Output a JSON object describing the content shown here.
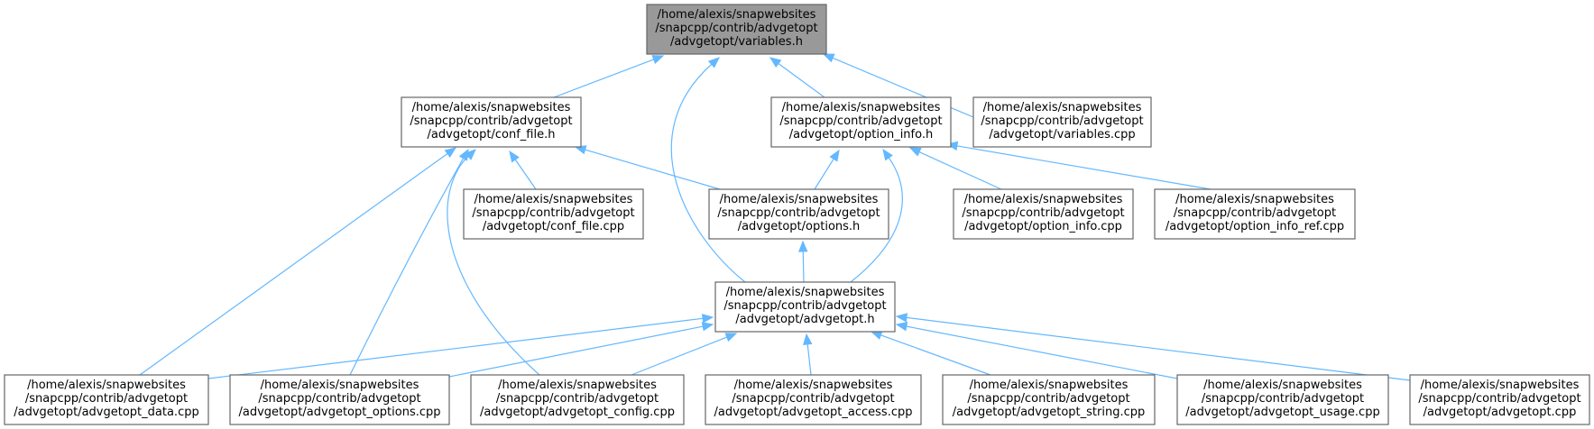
{
  "colors": {
    "focus_fill": "#999999",
    "node_fill": "#ffffff",
    "node_border": "#666666",
    "edge": "#63b8ff"
  },
  "nodes": [
    {
      "id": "variables_h",
      "focus": true,
      "lines": [
        "/home/alexis/snapwebsites",
        "/snapcpp/contrib/advgetopt",
        "/advgetopt/variables.h"
      ]
    },
    {
      "id": "conf_file_h",
      "lines": [
        "/home/alexis/snapwebsites",
        "/snapcpp/contrib/advgetopt",
        "/advgetopt/conf_file.h"
      ]
    },
    {
      "id": "option_info_h",
      "lines": [
        "/home/alexis/snapwebsites",
        "/snapcpp/contrib/advgetopt",
        "/advgetopt/option_info.h"
      ]
    },
    {
      "id": "variables_cpp",
      "lines": [
        "/home/alexis/snapwebsites",
        "/snapcpp/contrib/advgetopt",
        "/advgetopt/variables.cpp"
      ]
    },
    {
      "id": "conf_file_cpp",
      "lines": [
        "/home/alexis/snapwebsites",
        "/snapcpp/contrib/advgetopt",
        "/advgetopt/conf_file.cpp"
      ]
    },
    {
      "id": "options_h",
      "lines": [
        "/home/alexis/snapwebsites",
        "/snapcpp/contrib/advgetopt",
        "/advgetopt/options.h"
      ]
    },
    {
      "id": "option_info_cpp",
      "lines": [
        "/home/alexis/snapwebsites",
        "/snapcpp/contrib/advgetopt",
        "/advgetopt/option_info.cpp"
      ]
    },
    {
      "id": "option_info_ref_cpp",
      "lines": [
        "/home/alexis/snapwebsites",
        "/snapcpp/contrib/advgetopt",
        "/advgetopt/option_info_ref.cpp"
      ]
    },
    {
      "id": "advgetopt_h",
      "lines": [
        "/home/alexis/snapwebsites",
        "/snapcpp/contrib/advgetopt",
        "/advgetopt/advgetopt.h"
      ]
    },
    {
      "id": "advgetopt_data_cpp",
      "lines": [
        "/home/alexis/snapwebsites",
        "/snapcpp/contrib/advgetopt",
        "/advgetopt/advgetopt_data.cpp"
      ]
    },
    {
      "id": "advgetopt_options_cpp",
      "lines": [
        "/home/alexis/snapwebsites",
        "/snapcpp/contrib/advgetopt",
        "/advgetopt/advgetopt_options.cpp"
      ]
    },
    {
      "id": "advgetopt_config_cpp",
      "lines": [
        "/home/alexis/snapwebsites",
        "/snapcpp/contrib/advgetopt",
        "/advgetopt/advgetopt_config.cpp"
      ]
    },
    {
      "id": "advgetopt_access_cpp",
      "lines": [
        "/home/alexis/snapwebsites",
        "/snapcpp/contrib/advgetopt",
        "/advgetopt/advgetopt_access.cpp"
      ]
    },
    {
      "id": "advgetopt_string_cpp",
      "lines": [
        "/home/alexis/snapwebsites",
        "/snapcpp/contrib/advgetopt",
        "/advgetopt/advgetopt_string.cpp"
      ]
    },
    {
      "id": "advgetopt_usage_cpp",
      "lines": [
        "/home/alexis/snapwebsites",
        "/snapcpp/contrib/advgetopt",
        "/advgetopt/advgetopt_usage.cpp"
      ]
    },
    {
      "id": "advgetopt_cpp",
      "lines": [
        "/home/alexis/snapwebsites",
        "/snapcpp/contrib/advgetopt",
        "/advgetopt/advgetopt.cpp"
      ]
    }
  ],
  "edges": [
    {
      "from": "conf_file_h",
      "to": "variables_h"
    },
    {
      "from": "advgetopt_h",
      "to": "variables_h"
    },
    {
      "from": "option_info_h",
      "to": "variables_h"
    },
    {
      "from": "variables_cpp",
      "to": "variables_h"
    },
    {
      "from": "conf_file_cpp",
      "to": "conf_file_h"
    },
    {
      "from": "options_h",
      "to": "conf_file_h"
    },
    {
      "from": "advgetopt_data_cpp",
      "to": "conf_file_h"
    },
    {
      "from": "advgetopt_options_cpp",
      "to": "conf_file_h"
    },
    {
      "from": "advgetopt_config_cpp",
      "to": "conf_file_h"
    },
    {
      "from": "options_h",
      "to": "option_info_h"
    },
    {
      "from": "advgetopt_h",
      "to": "option_info_h"
    },
    {
      "from": "option_info_cpp",
      "to": "option_info_h"
    },
    {
      "from": "option_info_ref_cpp",
      "to": "option_info_h"
    },
    {
      "from": "advgetopt_h",
      "to": "options_h"
    },
    {
      "from": "advgetopt_data_cpp",
      "to": "advgetopt_h"
    },
    {
      "from": "advgetopt_options_cpp",
      "to": "advgetopt_h"
    },
    {
      "from": "advgetopt_config_cpp",
      "to": "advgetopt_h"
    },
    {
      "from": "advgetopt_access_cpp",
      "to": "advgetopt_h"
    },
    {
      "from": "advgetopt_string_cpp",
      "to": "advgetopt_h"
    },
    {
      "from": "advgetopt_usage_cpp",
      "to": "advgetopt_h"
    },
    {
      "from": "advgetopt_cpp",
      "to": "advgetopt_h"
    }
  ]
}
